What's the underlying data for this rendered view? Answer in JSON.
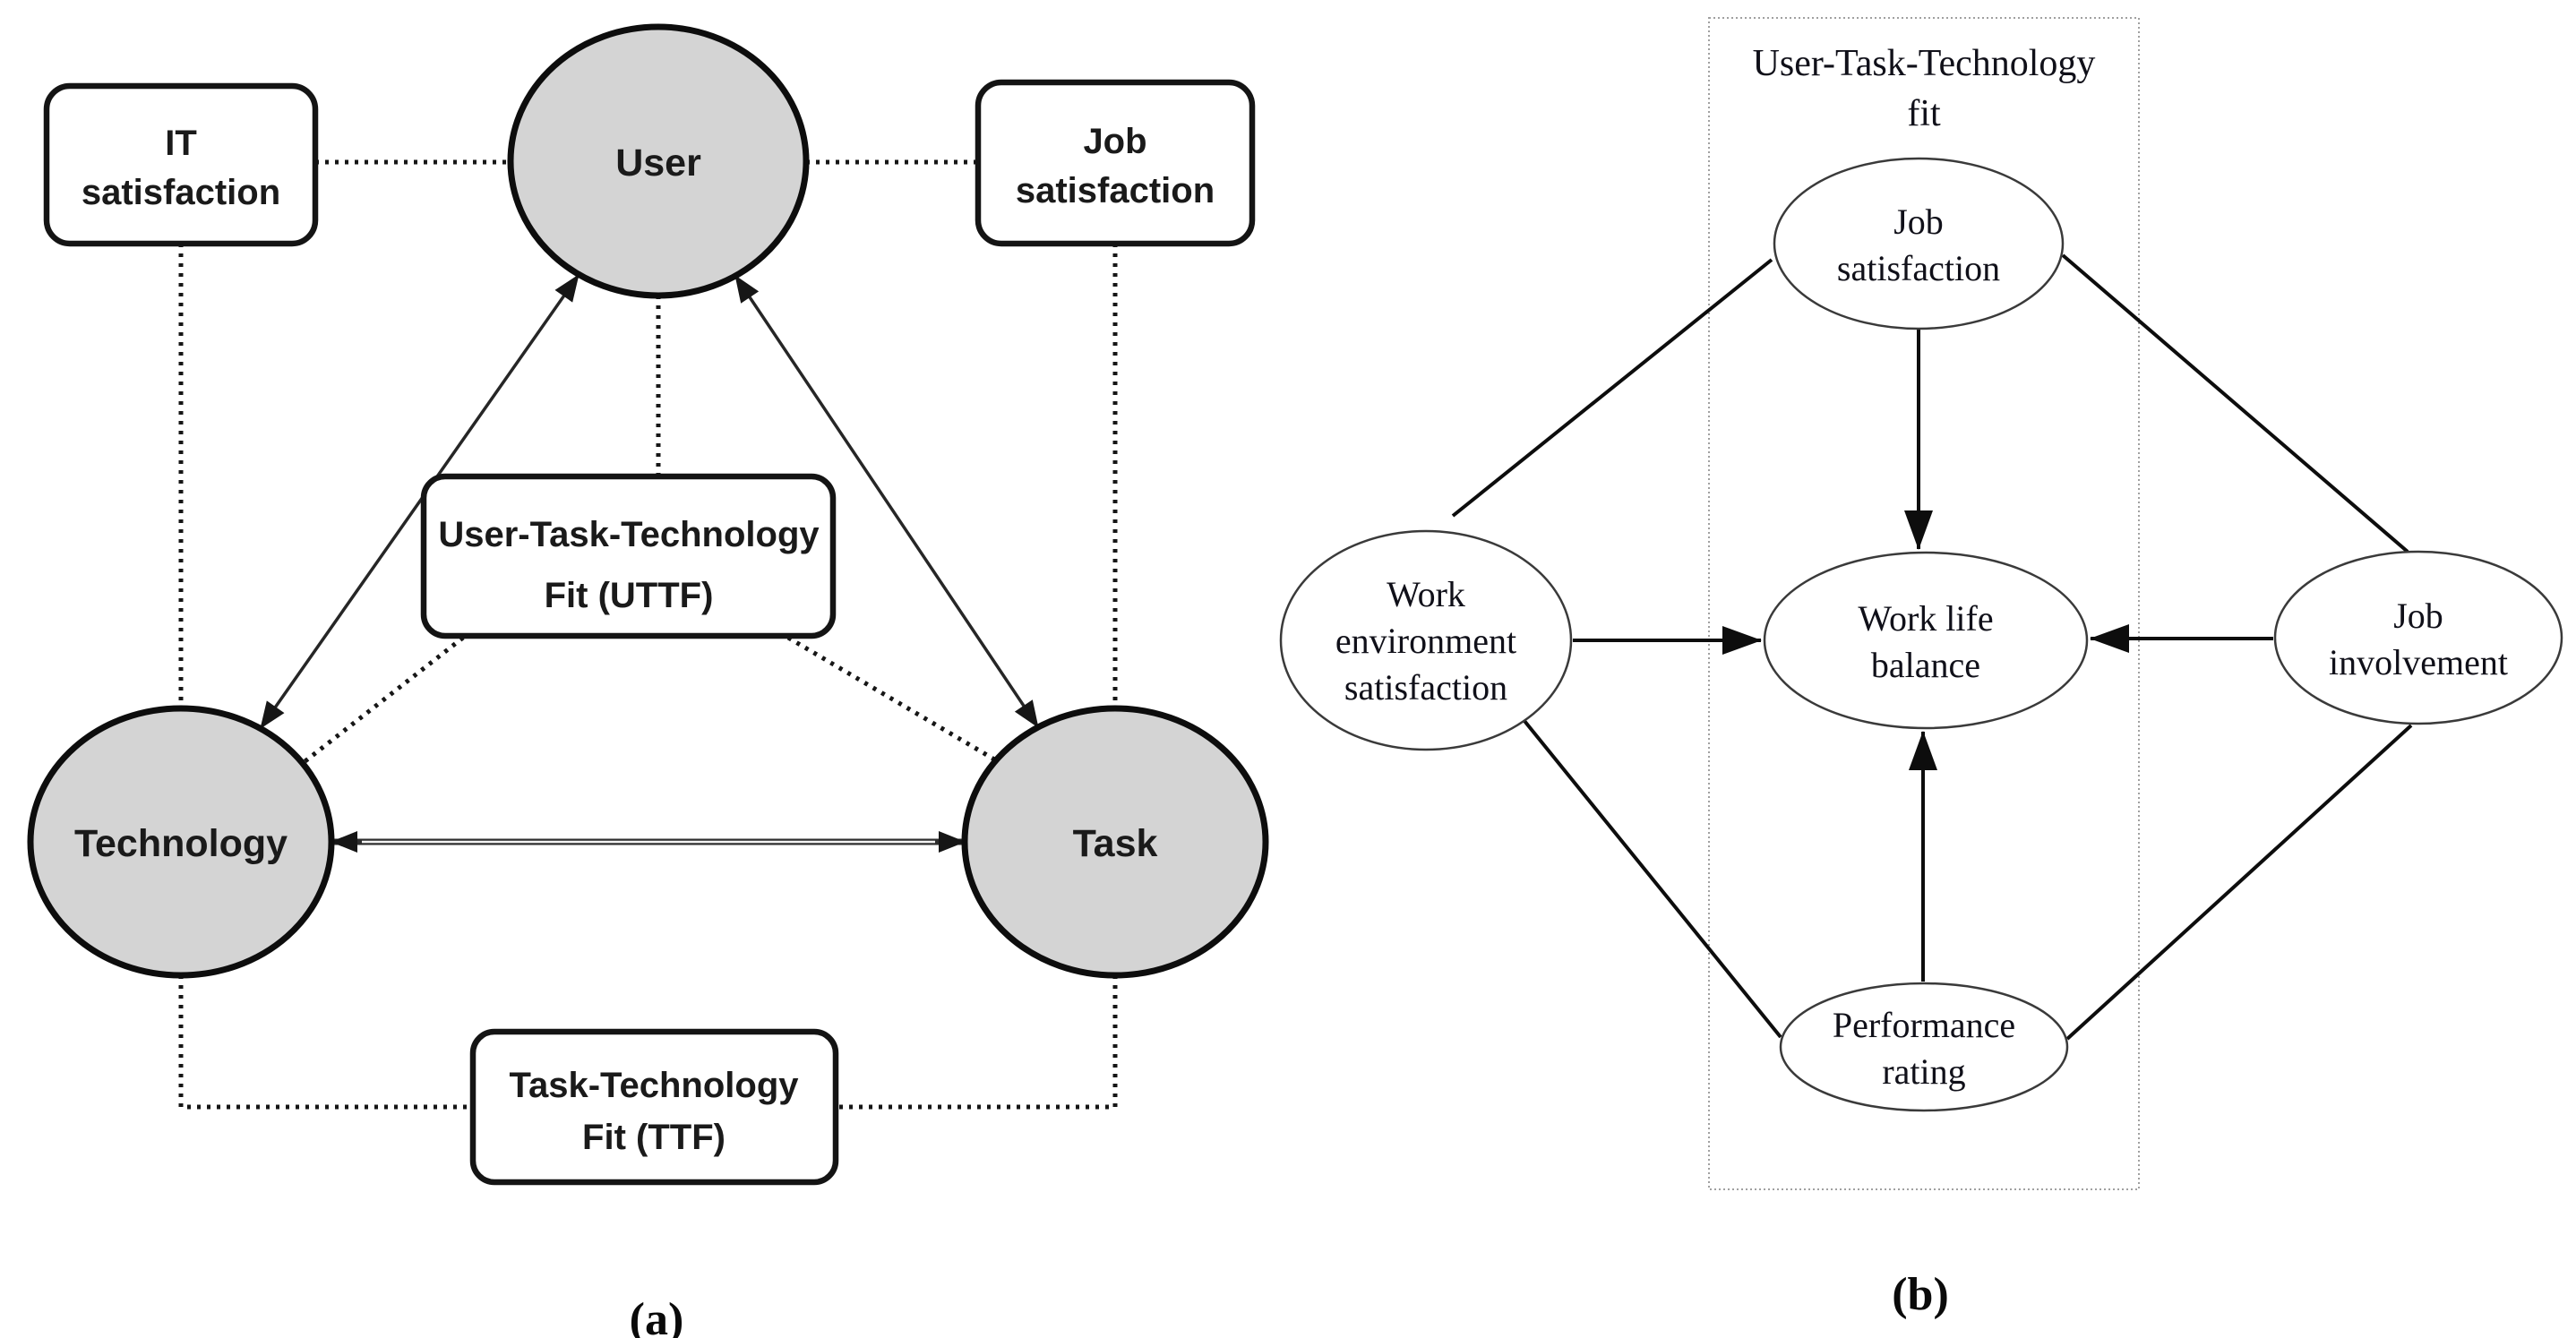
{
  "panel_a": {
    "label": "(a)",
    "nodes": {
      "user": "User",
      "technology": "Technology",
      "task": "Task"
    },
    "boxes": {
      "it_satisfaction": {
        "line1": "IT",
        "line2": "satisfaction"
      },
      "job_satisfaction": {
        "line1": "Job",
        "line2": "satisfaction"
      },
      "uttf": {
        "line1": "User-Task-Technology",
        "line2": "Fit (UTTF)"
      },
      "ttf": {
        "line1": "Task-Technology",
        "line2": "Fit (TTF)"
      }
    }
  },
  "panel_b": {
    "label": "(b)",
    "frame_title": {
      "line1": "User-Task-Technology",
      "line2": "fit"
    },
    "nodes": {
      "job_satisfaction": {
        "line1": "Job",
        "line2": "satisfaction"
      },
      "work_environment_satisfaction": {
        "line1": "Work",
        "line2": "environment",
        "line3": "satisfaction"
      },
      "work_life_balance": {
        "line1": "Work life",
        "line2": "balance"
      },
      "job_involvement": {
        "line1": "Job",
        "line2": "involvement"
      },
      "performance_rating": {
        "line1": "Performance",
        "line2": "rating"
      }
    }
  },
  "colors": {
    "panel_a_node_fill": "#d4d4d4",
    "ink": "#161616",
    "panel_b_line": "#0d0d0d",
    "frame_border": "#a0a0a0"
  }
}
